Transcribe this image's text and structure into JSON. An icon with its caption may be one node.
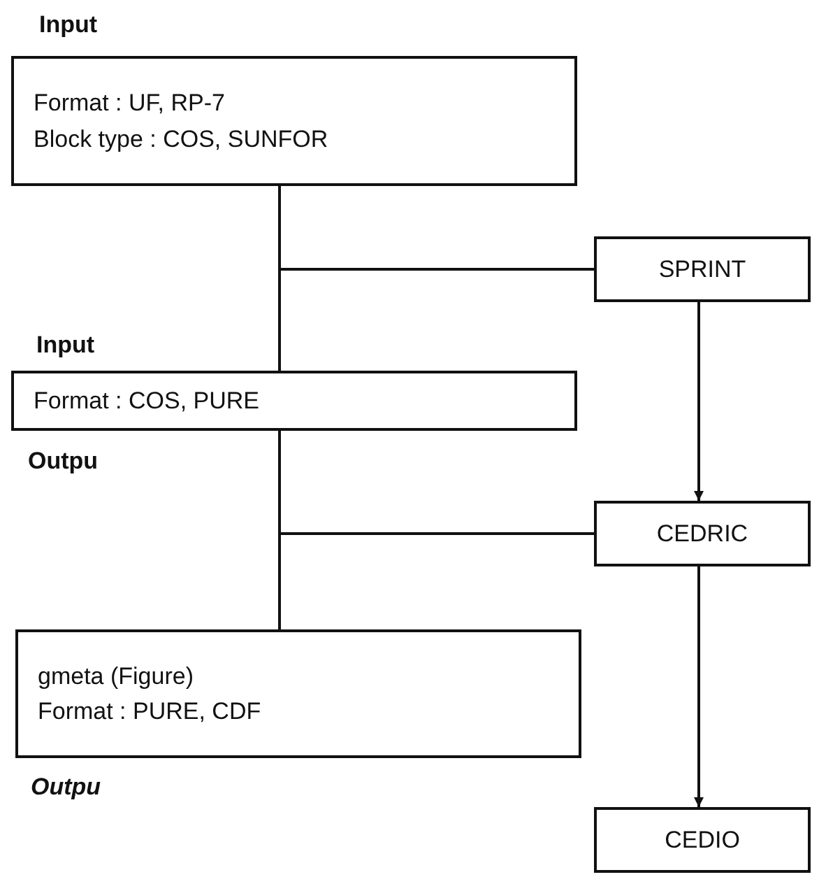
{
  "diagram": {
    "nodes": [
      {
        "text": [
          "Input",
          "Format : UF, RP-7",
          "Block type : COS, SUNFOR"
        ]
      },
      {
        "text": [
          "Input",
          "Format : COS, PURE"
        ],
        "beside": [
          "Outpu"
        ]
      },
      {
        "text": [
          "gmeta (Figure)",
          "Format : PURE, CDF"
        ],
        "beside": [
          "Outpu"
        ]
      },
      {
        "text": [
          "SPRINT"
        ]
      },
      {
        "text": [
          "CEDRIC"
        ]
      },
      {
        "text": [
          "CEDIO"
        ]
      }
    ],
    "edges": [
      {
        "from": 0,
        "to": 3,
        "arrow": "none"
      },
      {
        "from": 3,
        "to": 1,
        "arrow": "none"
      },
      {
        "from": 1,
        "to": 4,
        "arrow": "none"
      },
      {
        "from": 4,
        "to": 2,
        "arrow": "none"
      },
      {
        "from": 3,
        "to": 4,
        "arrow": "to"
      },
      {
        "from": 4,
        "to": 5,
        "arrow": "to"
      }
    ]
  }
}
